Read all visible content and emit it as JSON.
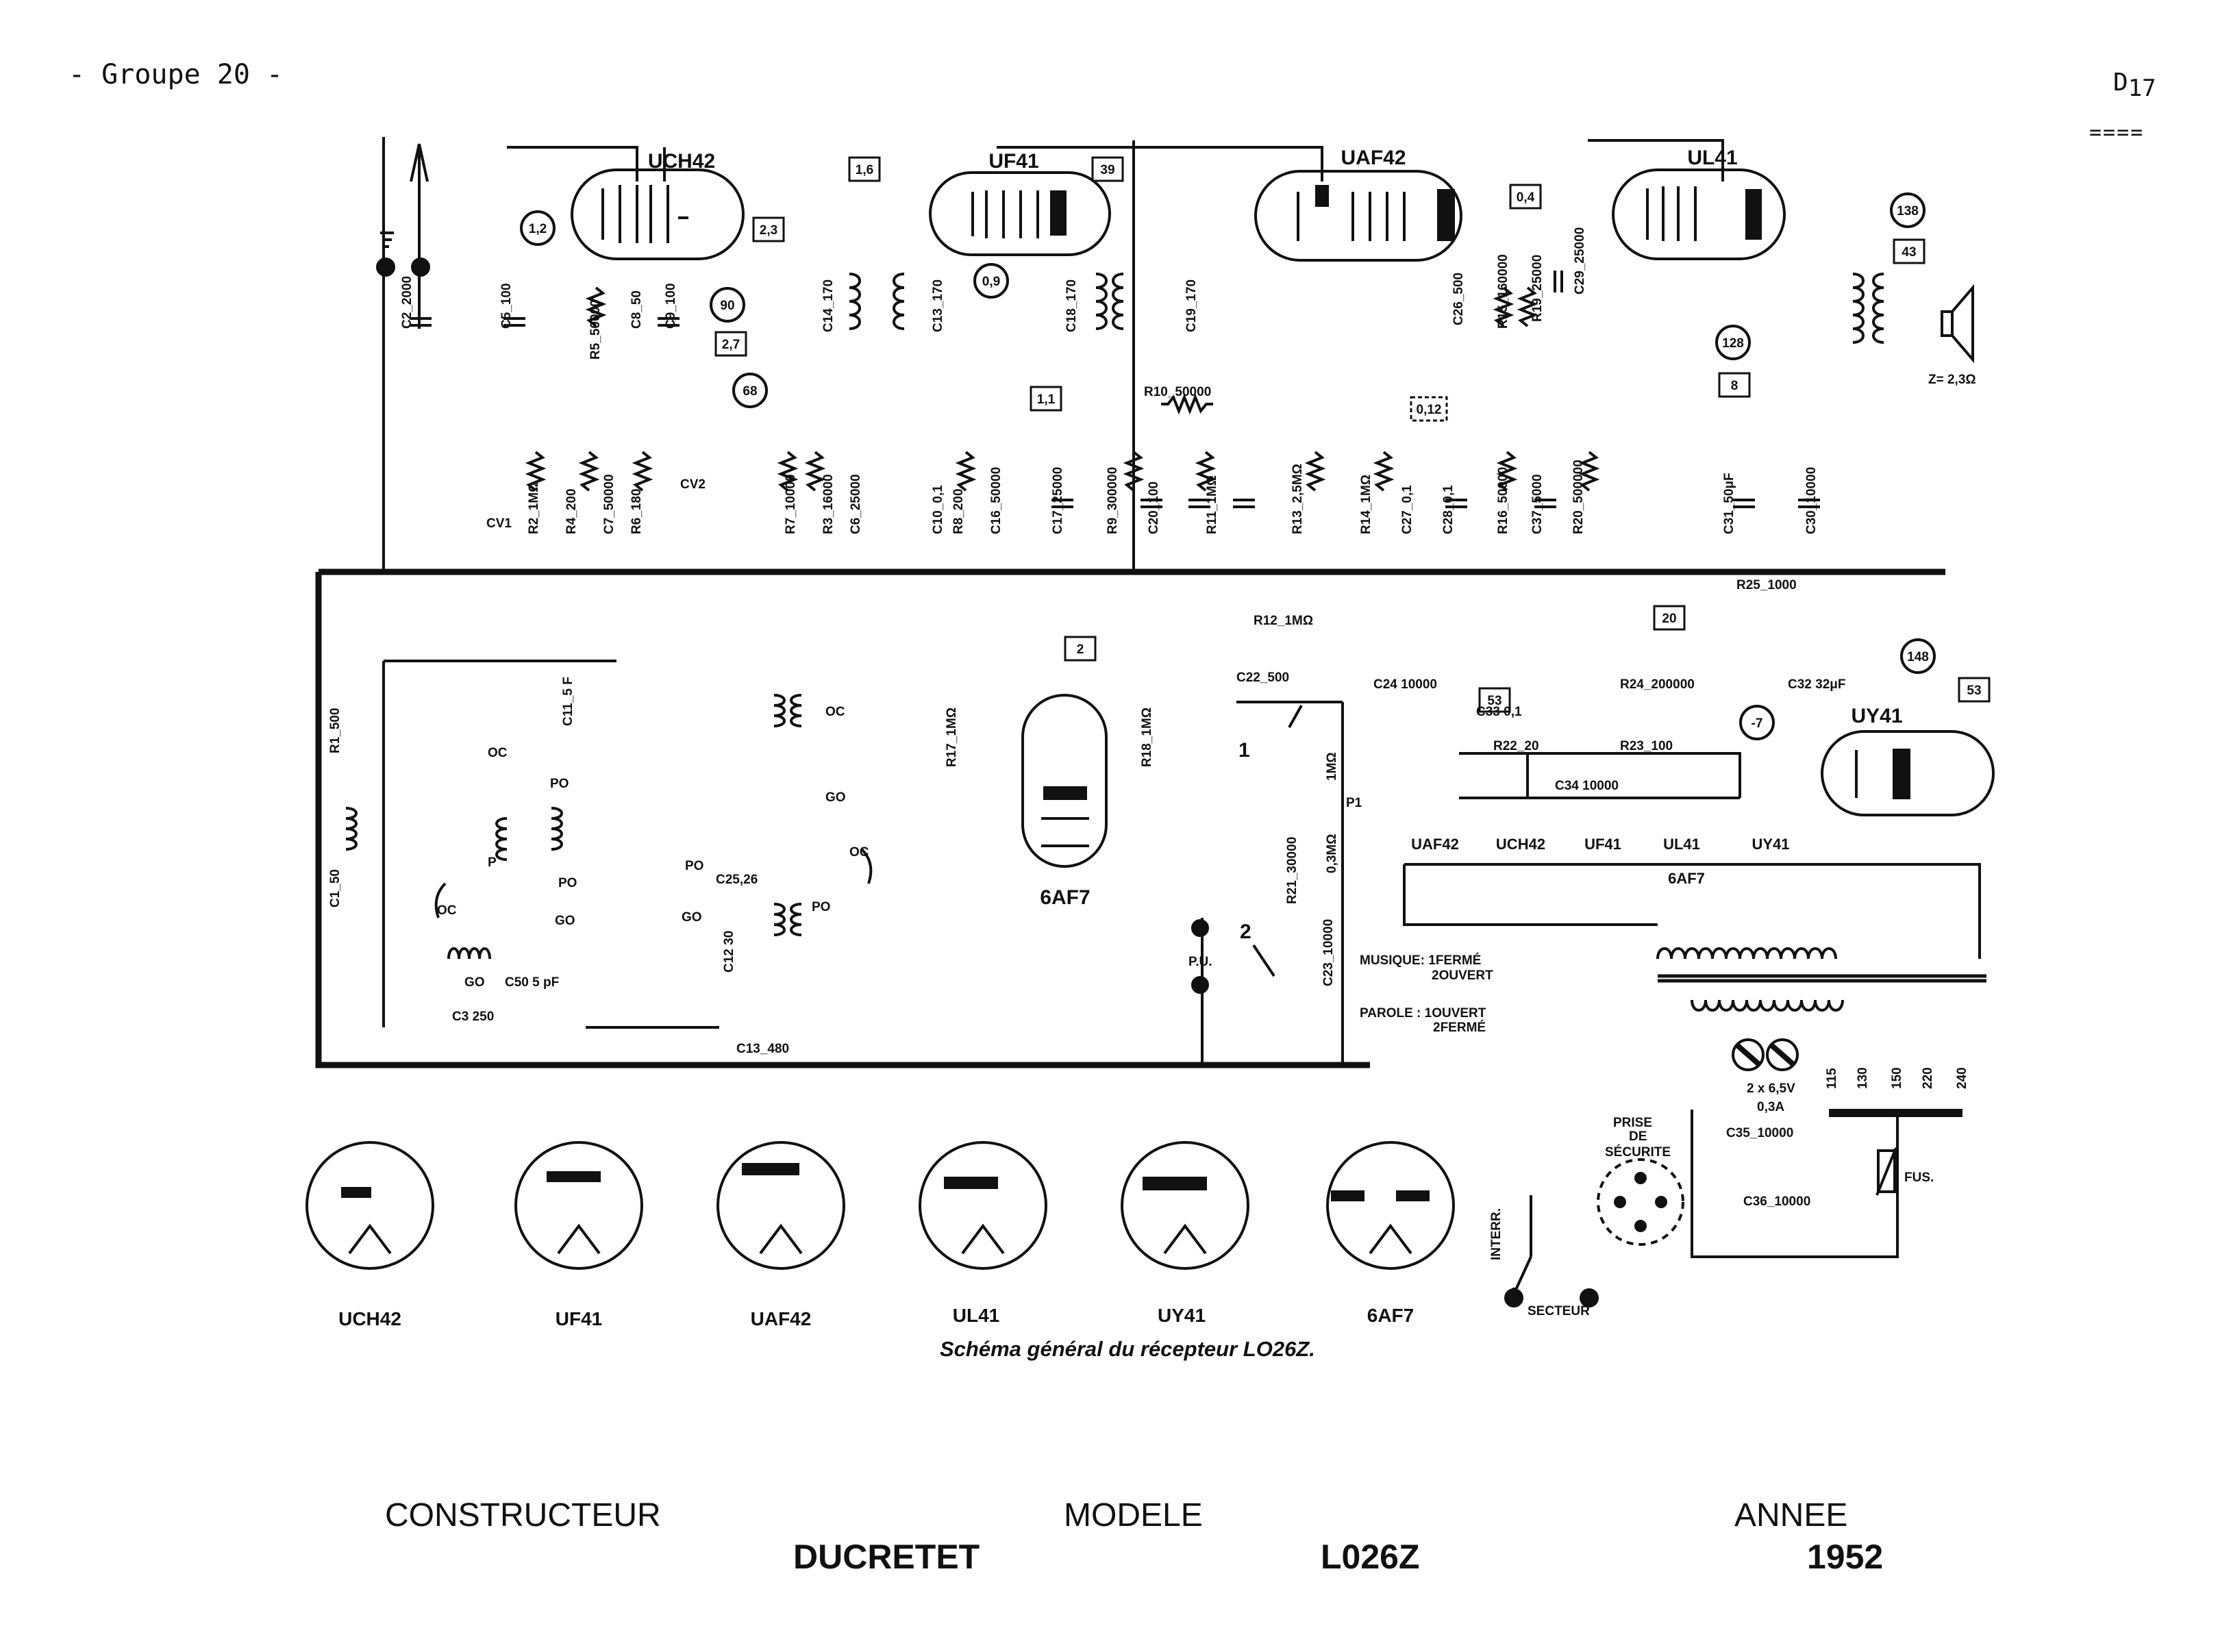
{
  "header": {
    "group": "- Groupe 20 -",
    "page_ref_letter": "D",
    "page_ref_num": "17",
    "page_ref_rule": "===="
  },
  "tubes": [
    "UCH42",
    "UF41",
    "UAF42",
    "UL41",
    "6AF7",
    "UY41"
  ],
  "components": [
    "C2_2000",
    "C5_100",
    "R5_50000",
    "C8_50",
    "C9_100",
    "C14_170",
    "C13_170",
    "C18_170",
    "C19_170",
    "R10_50000",
    "C26_500",
    "R15_160000",
    "R19_25000",
    "C29_25000",
    "R2_1MΩ",
    "R4_200",
    "C7_50000",
    "R6_180",
    "R7_10000",
    "R3_16000",
    "C6_25000",
    "C10_0,1",
    "R8_200",
    "C16_50000",
    "C17_25000",
    "R9_300000",
    "C20_100",
    "R11_1MΩ",
    "R13_2,5MΩ",
    "R14_1MΩ",
    "C27_0,1",
    "C28_0,1",
    "R16_50000",
    "C37_5000",
    "R20_500000",
    "C31_50μF",
    "C30_10000",
    "R25_1000",
    "R12_1MΩ",
    "C22_500",
    "C24 10000",
    "R17_1MΩ",
    "R18_1MΩ",
    "R24_200000",
    "C32 32μF",
    "C33 0,1",
    "R22_20",
    "R23_100",
    "C34 10000",
    "R1_500",
    "C11_5 F",
    "C1_50",
    "C50 5 pF",
    "C3 250",
    "C25,26",
    "C12 30",
    "C13_480",
    "R21_30000",
    "0,3MΩ",
    "1MΩ",
    "P1",
    "C23_10000",
    "CV1",
    "CV2"
  ],
  "markers": {
    "circles": [
      "1,2",
      "90",
      "68",
      "0,9",
      "128",
      "138",
      "148",
      "-7"
    ],
    "boxes": [
      "2,3",
      "2,7",
      "1,6",
      "39",
      "1,1",
      "0,4",
      "0,12",
      "8",
      "43",
      "20",
      "2",
      "53",
      "53"
    ]
  },
  "coil_labels": [
    "OC",
    "OC",
    "PO",
    "PO",
    "GO",
    "GO",
    "OC",
    "OC",
    "PO",
    "PO",
    "GO",
    "GO",
    "P"
  ],
  "speaker_z": "Z= 2,3Ω",
  "heater_chain": [
    "UAF42",
    "UCH42",
    "UF41",
    "UL41",
    "UY41",
    "6AF7"
  ],
  "power": {
    "taps": [
      "115",
      "130",
      "150",
      "220",
      "240"
    ],
    "lamps": "2 x 6,5V",
    "lamp_current": "0,3A",
    "c35": "C35_10000",
    "c36": "C36_10000",
    "prise": [
      "PRISE",
      "DE",
      "SÉCURITE"
    ],
    "fuse": "FUS.",
    "interr": "INTERR.",
    "secteur": "SECTEUR"
  },
  "notes": {
    "musique": "MUSIQUE: 1FERMÉ",
    "musique2": "2OUVERT",
    "parole": "PAROLE : 1OUVERT",
    "parole2": "2FERMÉ",
    "pu": "P.U.",
    "sw1": "1",
    "sw2": "2"
  },
  "pinout_labels": [
    "UCH42",
    "UF41",
    "UAF42",
    "UL41",
    "UY41",
    "6AF7"
  ],
  "caption": "Schéma général du récepteur LO26Z.",
  "footer": {
    "constructeur_label": "CONSTRUCTEUR",
    "constructeur": "DUCRETET",
    "modele_label": "MODELE",
    "modele": "L026Z",
    "annee_label": "ANNEE",
    "annee": "1952"
  }
}
